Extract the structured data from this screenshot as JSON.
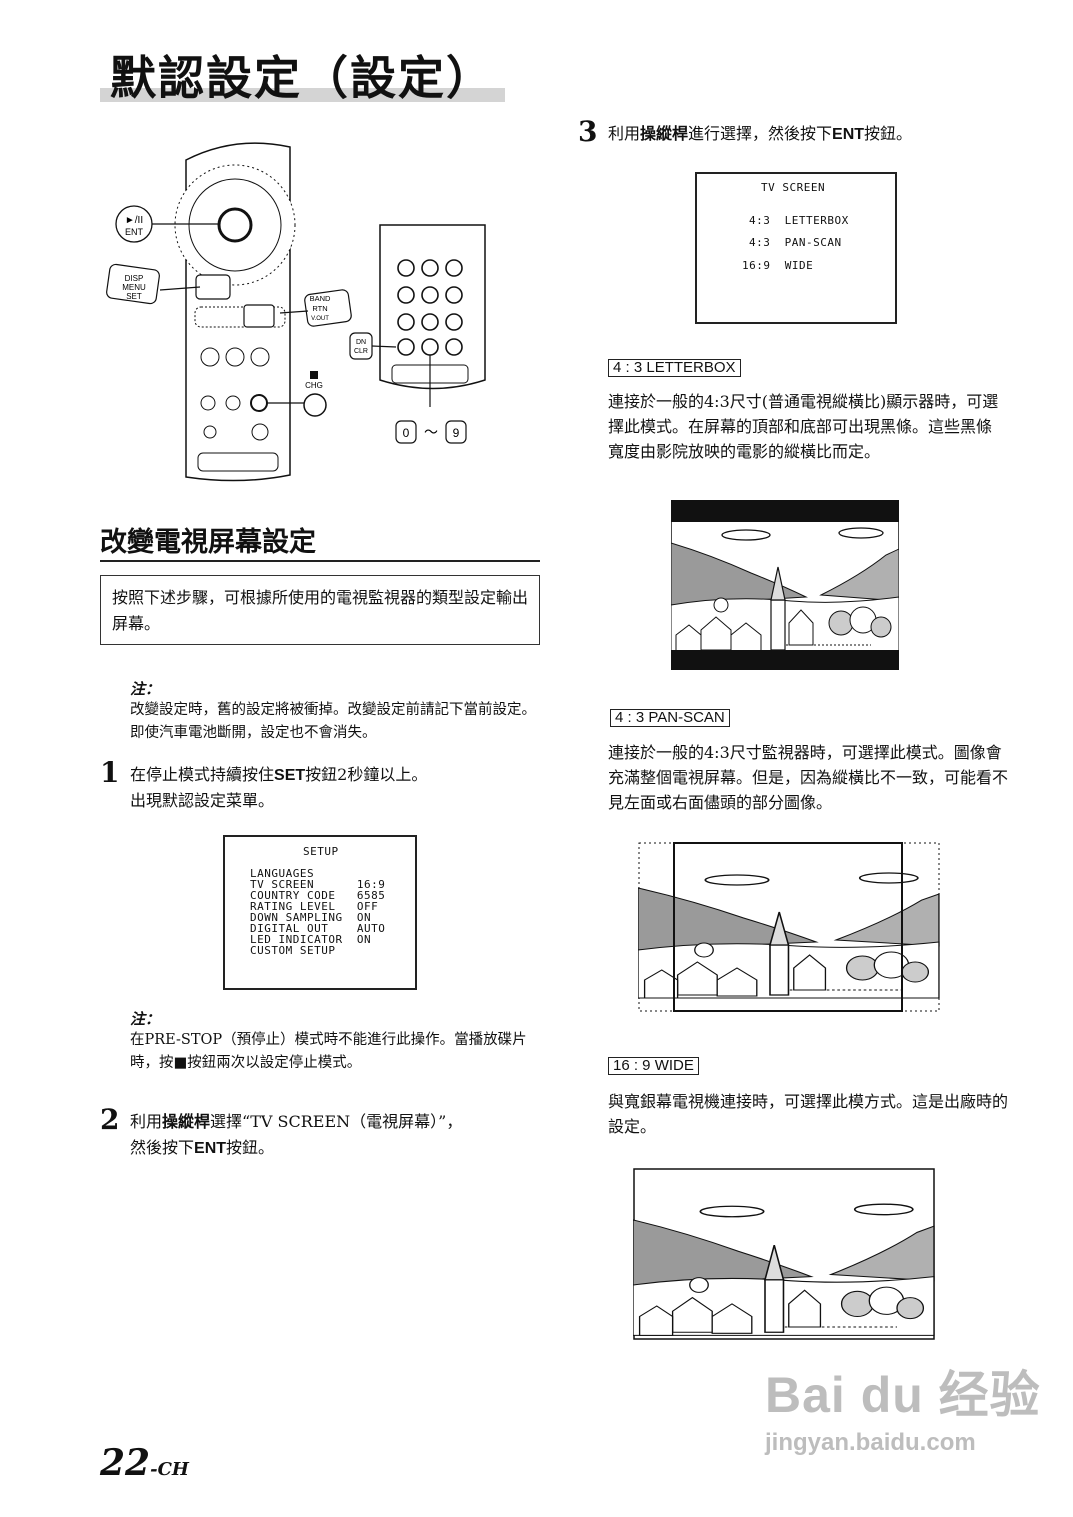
{
  "title": "默認設定（設定）",
  "remote": {
    "play_ent_top": "►/II",
    "play_ent_bottom": "ENT",
    "disp_1": "DISP",
    "disp_2": "MENU",
    "disp_3": "SET",
    "band_1": "BAND",
    "band_2": "RTN",
    "band_3": "V.OUT",
    "dn_1": "DN",
    "dn_2": "CLR",
    "chg": "CHG",
    "zero": "0",
    "tilde": "～",
    "nine": "9"
  },
  "section_heading": "改變電視屏幕設定",
  "intro": "按照下述步驟，可根據所使用的電視監視器的類型設定輸出屏幕。",
  "note1": {
    "label": "注：",
    "text": "改變設定時，舊的設定將被衝掉。改變設定前請記下當前設定。即使汽車電池斷開，設定也不會消失。"
  },
  "step1": {
    "num": "1",
    "line1_pre": "在停止模式持續按住",
    "line1_bold": "SET",
    "line1_post": "按鈕2秒鐘以上。",
    "line2": "出現默認設定菜單。"
  },
  "setup_screen": {
    "title": "SETUP",
    "rows": [
      "LANGUAGES",
      "TV SCREEN      16:9",
      "COUNTRY CODE   6585",
      "RATING LEVEL   OFF",
      "DOWN SAMPLING  ON",
      "DIGITAL OUT    AUTO",
      "LED INDICATOR  ON",
      "CUSTOM SETUP"
    ]
  },
  "note2": {
    "label": "注：",
    "text_pre": "在PRE-STOP（預停止）模式時不能進行此操作。當播放碟片時，按",
    "stop_symbol": "■",
    "text_post": "按鈕兩次以設定停止模式。"
  },
  "step2": {
    "num": "2",
    "line1_pre": "利用",
    "line1_bold": "操縱桿",
    "line1_post": "選擇“TV SCREEN（電視屏幕）”，",
    "line2_pre": "然後按下",
    "line2_bold": "ENT",
    "line2_post": "按鈕。"
  },
  "step3": {
    "num": "3",
    "line_pre": "利用",
    "line_bold1": "操縱桿",
    "line_mid": "進行選擇，然後按下",
    "line_bold2": "ENT",
    "line_post": "按鈕。"
  },
  "tv_screen": {
    "title": "TV SCREEN",
    "rows": [
      "4:3  LETTERBOX",
      "4:3  PAN-SCAN",
      "16:9  WIDE"
    ]
  },
  "letterbox": {
    "label": "4 : 3 LETTERBOX",
    "text": "連接於一般的4:3尺寸(普通電視縱橫比)顯示器時，可選擇此模式。在屏幕的頂部和底部可出現黑條。這些黑條寬度由影院放映的電影的縱橫比而定。"
  },
  "panscan": {
    "label": "4 : 3 PAN-SCAN",
    "text": "連接於一般的4:3尺寸監視器時，可選擇此模式。圖像會充滿整個電視屏幕。但是，因為縱橫比不一致，可能看不見左面或右面儘頭的部分圖像。"
  },
  "wide": {
    "label": "16 : 9 WIDE",
    "text": "與寬銀幕電視機連接時，可選擇此模方式。這是出廠時的設定。"
  },
  "page": {
    "number": "22",
    "suffix": "-CH"
  },
  "watermark": {
    "brand": "Bai du 经验",
    "url": "jingyan.baidu.com"
  }
}
